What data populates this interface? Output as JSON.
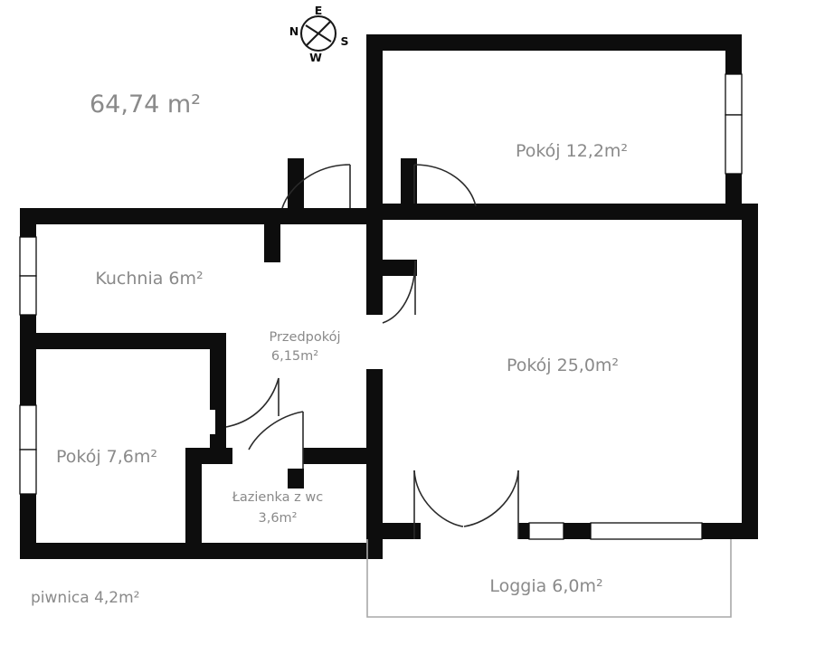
{
  "plan": {
    "total_area_label": "64,74 m²",
    "basement_label": "piwnica 4,2m²",
    "label_color": "#8a8a8a",
    "wall_color": "#0d0d0d",
    "loggia_outline_color": "#a8a8a8"
  },
  "compass": {
    "name": "compass-rose",
    "north": "N",
    "east": "E",
    "south": "S",
    "west": "W"
  },
  "rooms": [
    {
      "id": "pokoj-12-2",
      "name": "Pokój 12,2m²",
      "label": "Pokój 12,2m²",
      "area": "12,2",
      "unit": "m²",
      "type": "room"
    },
    {
      "id": "pokoj-25-0",
      "name": "Pokój 25,0m²",
      "label": "Pokój 25,0m²",
      "area": "25,0",
      "unit": "m²",
      "type": "room"
    },
    {
      "id": "kuchnia",
      "name": "Kuchnia 6m²",
      "label": "Kuchnia 6m²",
      "area": "6",
      "unit": "m²",
      "type": "kitchen"
    },
    {
      "id": "pokoj-7-6",
      "name": "Pokój 7,6m²",
      "label": "Pokój 7,6m²",
      "area": "7,6",
      "unit": "m²",
      "type": "room"
    },
    {
      "id": "przedpokoj",
      "name": "Przedpokój",
      "label_line1": "Przedpokój",
      "label_line2": "6,15m²",
      "area": "6,15",
      "unit": "m²",
      "type": "hallway"
    },
    {
      "id": "lazienka",
      "name": "Łazienka z wc",
      "label_line1": "Łazienka z wc",
      "label_line2": "3,6m²",
      "area": "3,6",
      "unit": "m²",
      "type": "bathroom"
    },
    {
      "id": "loggia",
      "name": "Loggia 6,0m²",
      "label": "Loggia 6,0m²",
      "area": "6,0",
      "unit": "m²",
      "type": "balcony"
    }
  ]
}
